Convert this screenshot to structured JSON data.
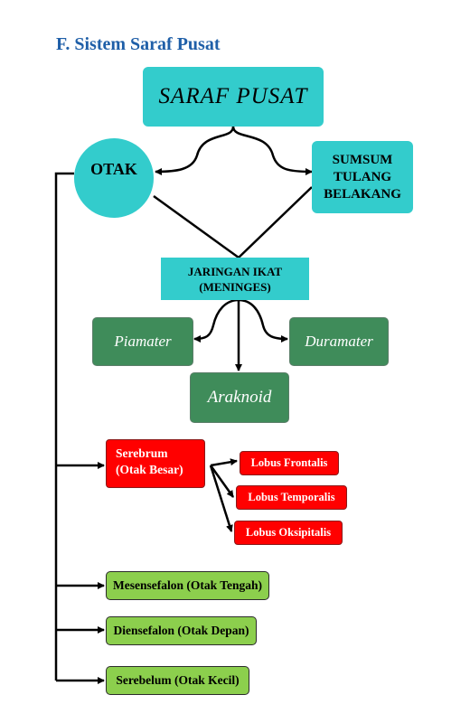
{
  "heading": "F. Sistem Saraf Pusat",
  "nodes": {
    "saraf_pusat": "SARAF PUSAT",
    "otak": "OTAK",
    "sumsum_line1": "SUMSUM",
    "sumsum_line2": "TULANG",
    "sumsum_line3": "BELAKANG",
    "jaringan_line1": "JARINGAN IKAT",
    "jaringan_line2": "(MENINGES)",
    "piamater": "Piamater",
    "duramater": "Duramater",
    "araknoid": "Araknoid",
    "serebrum_line1": "Serebrum",
    "serebrum_line2": "(Otak Besar)",
    "lobus_frontalis": "Lobus Frontalis",
    "lobus_temporalis": "Lobus Temporalis",
    "lobus_oksipitalis": "Lobus Oksipitalis",
    "mesensefalon": "Mesensefalon (Otak Tengah)",
    "diensefalon": "Diensefalon (Otak Depan)",
    "serebelum": "Serebelum (Otak Kecil)"
  },
  "colors": {
    "heading": "#1f5fa8",
    "cyan": "#33cccc",
    "dark_green": "#3f8c5a",
    "red": "#ff0000",
    "light_green": "#8ccf4d"
  }
}
